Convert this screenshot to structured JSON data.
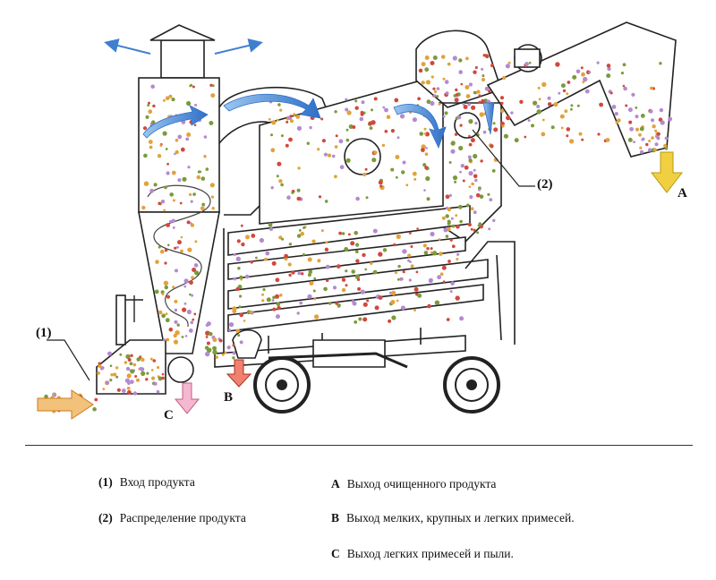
{
  "callouts": {
    "input": "(1)",
    "distribution": "(2)",
    "out_a": "A",
    "out_b": "B",
    "out_c": "C"
  },
  "legend": [
    {
      "key": "(1)",
      "text": "Вход продукта"
    },
    {
      "key": "(2)",
      "text": "Распределение продукта"
    },
    {
      "key": "A",
      "text": "Выход очищенного продукта"
    },
    {
      "key": "B",
      "text": "Выход мелких, крупных и легких примесей."
    },
    {
      "key": "C",
      "text": "Выход легких примесей и пыли."
    }
  ],
  "colors": {
    "air_flow": "#3f7fd0",
    "product_input": "#e8a040",
    "clean_output": "#f0d040",
    "impurities_output": "#e05050",
    "dust_output": "#f0a0c0",
    "grain_1": "#e2a23a",
    "grain_2": "#d2483c",
    "grain_3": "#7a9b3a",
    "grain_4": "#b48ad0"
  }
}
